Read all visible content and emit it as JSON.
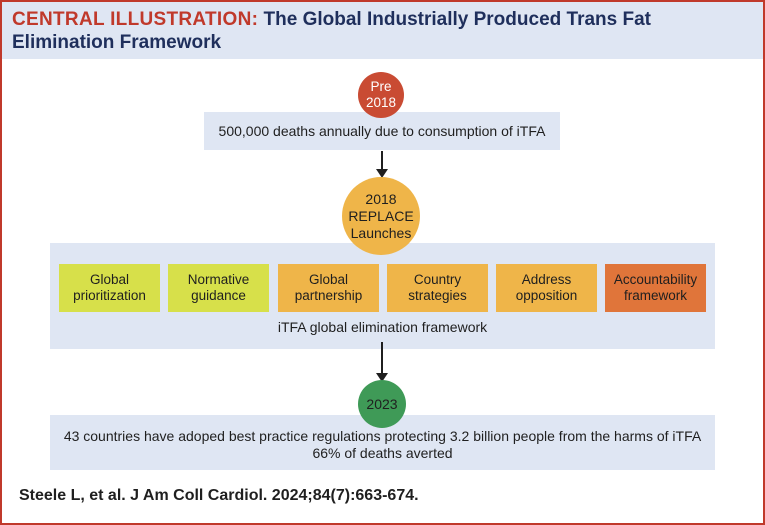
{
  "header": {
    "label": "CENTRAL ILLUSTRATION:",
    "title_part1": "The Global Industrially Produced Trans Fat",
    "title_part2": "Elimination Framework"
  },
  "milestones": {
    "pre": {
      "line1": "Pre",
      "line2": "2018",
      "color": "#c94b33",
      "description": "500,000 deaths annually due to consumption of iTFA"
    },
    "launch": {
      "line1": "2018",
      "line2": "REPLACE",
      "line3": "Launches",
      "color": "#efb549"
    },
    "current": {
      "label": "2023",
      "color": "#3f9a57",
      "line1": "43 countries have adoped best practice regulations protecting 3.2 billion people from the harms of iTFA",
      "line2": "66% of deaths averted"
    }
  },
  "framework": {
    "caption": "iTFA global elimination framework",
    "pillars": [
      {
        "line1": "Global",
        "line2": "prioritization",
        "color": "#d7e04a"
      },
      {
        "line1": "Normative",
        "line2": "guidance",
        "color": "#d7e04a"
      },
      {
        "line1": "Global",
        "line2": "partnership",
        "color": "#efb549"
      },
      {
        "line1": "Country",
        "line2": "strategies",
        "color": "#efb549"
      },
      {
        "line1": "Address",
        "line2": "opposition",
        "color": "#efb549"
      },
      {
        "line1": "Accountability",
        "line2": "framework",
        "color": "#e0753a"
      }
    ]
  },
  "citation": "Steele L, et al. J Am Coll Cardiol. 2024;84(7):663-674."
}
